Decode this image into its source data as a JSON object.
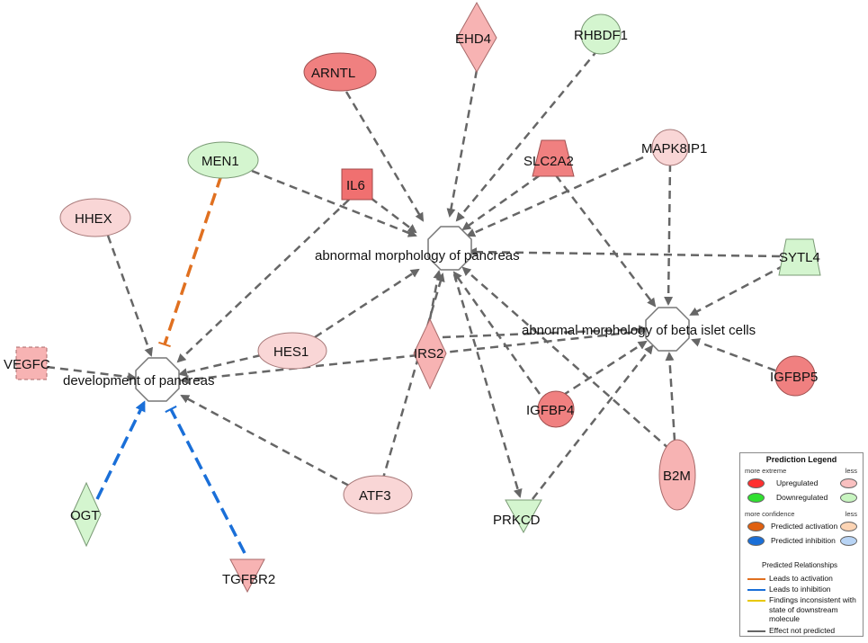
{
  "nodes": {
    "ehd4": "EHD4",
    "rhbdf1": "RHBDF1",
    "arntl": "ARNTL",
    "men1": "MEN1",
    "il6": "IL6",
    "slc2a2": "SLC2A2",
    "mapk8ip1": "MAPK8IP1",
    "hhex": "HHEX",
    "sytl4": "SYTL4",
    "hes1": "HES1",
    "irs2": "IRS2",
    "vegfc": "VEGFC",
    "igfbp5": "IGFBP5",
    "igfbp4": "IGFBP4",
    "b2m": "B2M",
    "atf3": "ATF3",
    "ogt": "OGT",
    "prkcd": "PRKCD",
    "tgfbr2": "TGFBR2"
  },
  "functions": {
    "pancreas_morph": "abnormal morphology of pancreas",
    "beta_islet": "abnormal morphology of beta islet cells",
    "dev_pancreas": "development of pancreas"
  },
  "legend": {
    "title": "Prediction Legend",
    "more_extreme": "more extreme",
    "less": "less",
    "upregulated": "Upregulated",
    "downregulated": "Downregulated",
    "more_confidence": "more confidence",
    "predicted_activation": "Predicted activation",
    "predicted_inhibition": "Predicted inhibition",
    "relationships_title": "Predicted Relationships",
    "leads_activation": "Leads to activation",
    "leads_inhibition": "Leads to inhibition",
    "findings_inconsistent": "Findings inconsistent with state of downstream molecule",
    "effect_not_predicted": "Effect not predicted"
  },
  "colors": {
    "up_strong": "#f08080",
    "up_light": "#f9d6d6",
    "down_light": "#d4f5cf",
    "activation": "#e07020",
    "inhibition": "#1a6fd8",
    "inconsistent": "#e8c800",
    "not_predicted": "#666666"
  }
}
